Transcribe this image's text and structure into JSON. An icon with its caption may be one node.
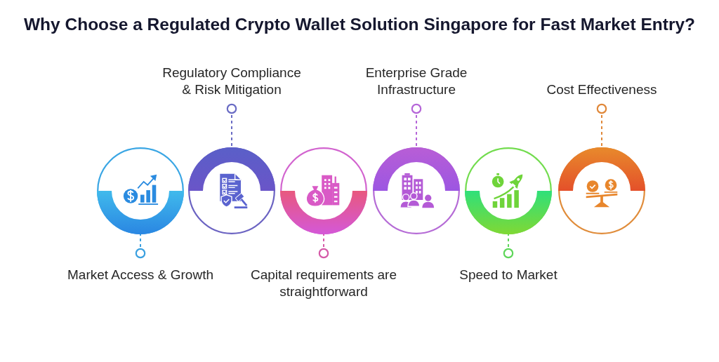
{
  "diagram": {
    "title": "Why Choose a Regulated Crypto Wallet Solution Singapore for Fast Market Entry?",
    "nodes": [
      {
        "text": [
          "Market Access & Growth"
        ]
      },
      {
        "text": [],
        "shape": "circle"
      },
      {
        "text": [
          "Regulatory Compliance & Risk Mitigation"
        ]
      },
      {
        "text": [],
        "shape": "circle"
      },
      {
        "text": [
          "Capital requirements are straightforward"
        ]
      },
      {
        "text": [],
        "shape": "circle"
      },
      {
        "text": [
          "Enterprise Grade Infrastructure"
        ]
      },
      {
        "text": [],
        "shape": "circle"
      },
      {
        "text": [
          "Speed to Market"
        ]
      },
      {
        "text": [],
        "shape": "circle"
      },
      {
        "text": [
          "Cost Effectiveness"
        ]
      },
      {
        "text": [],
        "shape": "circle"
      }
    ],
    "edges": [
      {
        "from": 0,
        "to": 1,
        "arrow": "other",
        "style": "dashed",
        "color": "#3aa0e0"
      },
      {
        "from": 2,
        "to": 3,
        "arrow": "other",
        "style": "dashed",
        "color": "#6a6cc4"
      },
      {
        "from": 4,
        "to": 5,
        "arrow": "other",
        "style": "dashed",
        "color": "#d55aa8"
      },
      {
        "from": 6,
        "to": 7,
        "arrow": "other",
        "style": "dashed",
        "color": "#b566d8"
      },
      {
        "from": 8,
        "to": 9,
        "arrow": "other",
        "style": "dashed",
        "color": "#5fd65a"
      },
      {
        "from": 10,
        "to": 11,
        "arrow": "other",
        "style": "dashed",
        "color": "#e0883a"
      }
    ]
  }
}
